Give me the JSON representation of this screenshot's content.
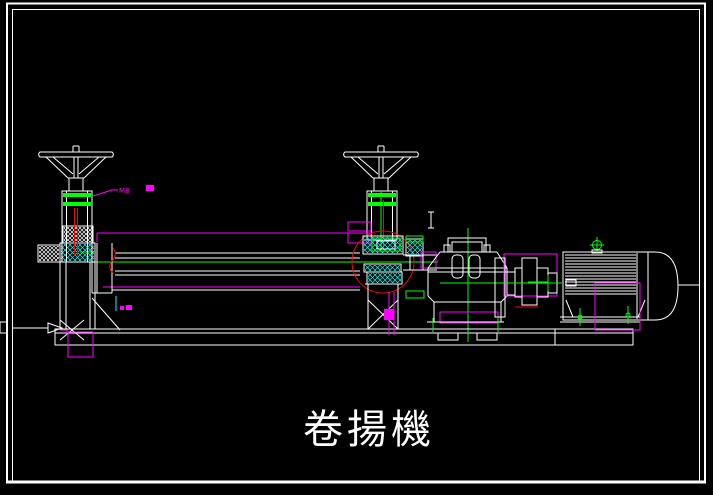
{
  "drawing": {
    "title": "卷揚機",
    "annotations": {
      "jack_thread_label": "M8"
    },
    "palette": {
      "background": "#000000",
      "linework": "#ffffff",
      "centerline_green": "#00ff00",
      "hatch_cyan": "#00ffff",
      "detail_magenta": "#ff00ff",
      "reference_red": "#ff0000"
    },
    "components": [
      "drawing-border-frame",
      "left-screw-jack-handwheel",
      "right-screw-jack-handwheel",
      "winding-drum",
      "drum-bearing-blocks",
      "gear-reducer",
      "shaft-coupling",
      "electric-motor",
      "base-bed-frame",
      "datum-arrow"
    ]
  }
}
